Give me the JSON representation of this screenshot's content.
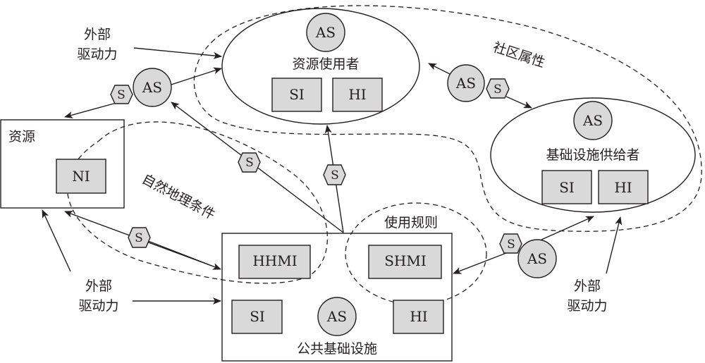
{
  "diagram": {
    "resource_users": {
      "label": "资源使用者",
      "agent": "AS",
      "boxes": [
        "SI",
        "HI"
      ]
    },
    "infrastructure_providers": {
      "label": "基础设施供给者",
      "agent": "AS",
      "boxes": [
        "SI",
        "HI"
      ]
    },
    "resource": {
      "label": "资源",
      "box": "NI"
    },
    "public_infrastructure": {
      "label": "公共基础设施",
      "agent": "AS",
      "boxes": [
        "HHMI",
        "SHMI",
        "SI",
        "HI"
      ]
    },
    "regions": {
      "community_attributes": "社区属性",
      "natural_geography": "自然地理条件",
      "rules_in_use": "使用规则"
    },
    "external_drivers": {
      "line1": "外部",
      "line2": "驱动力"
    },
    "connectors": {
      "agent": "AS",
      "strategy": "S"
    }
  }
}
